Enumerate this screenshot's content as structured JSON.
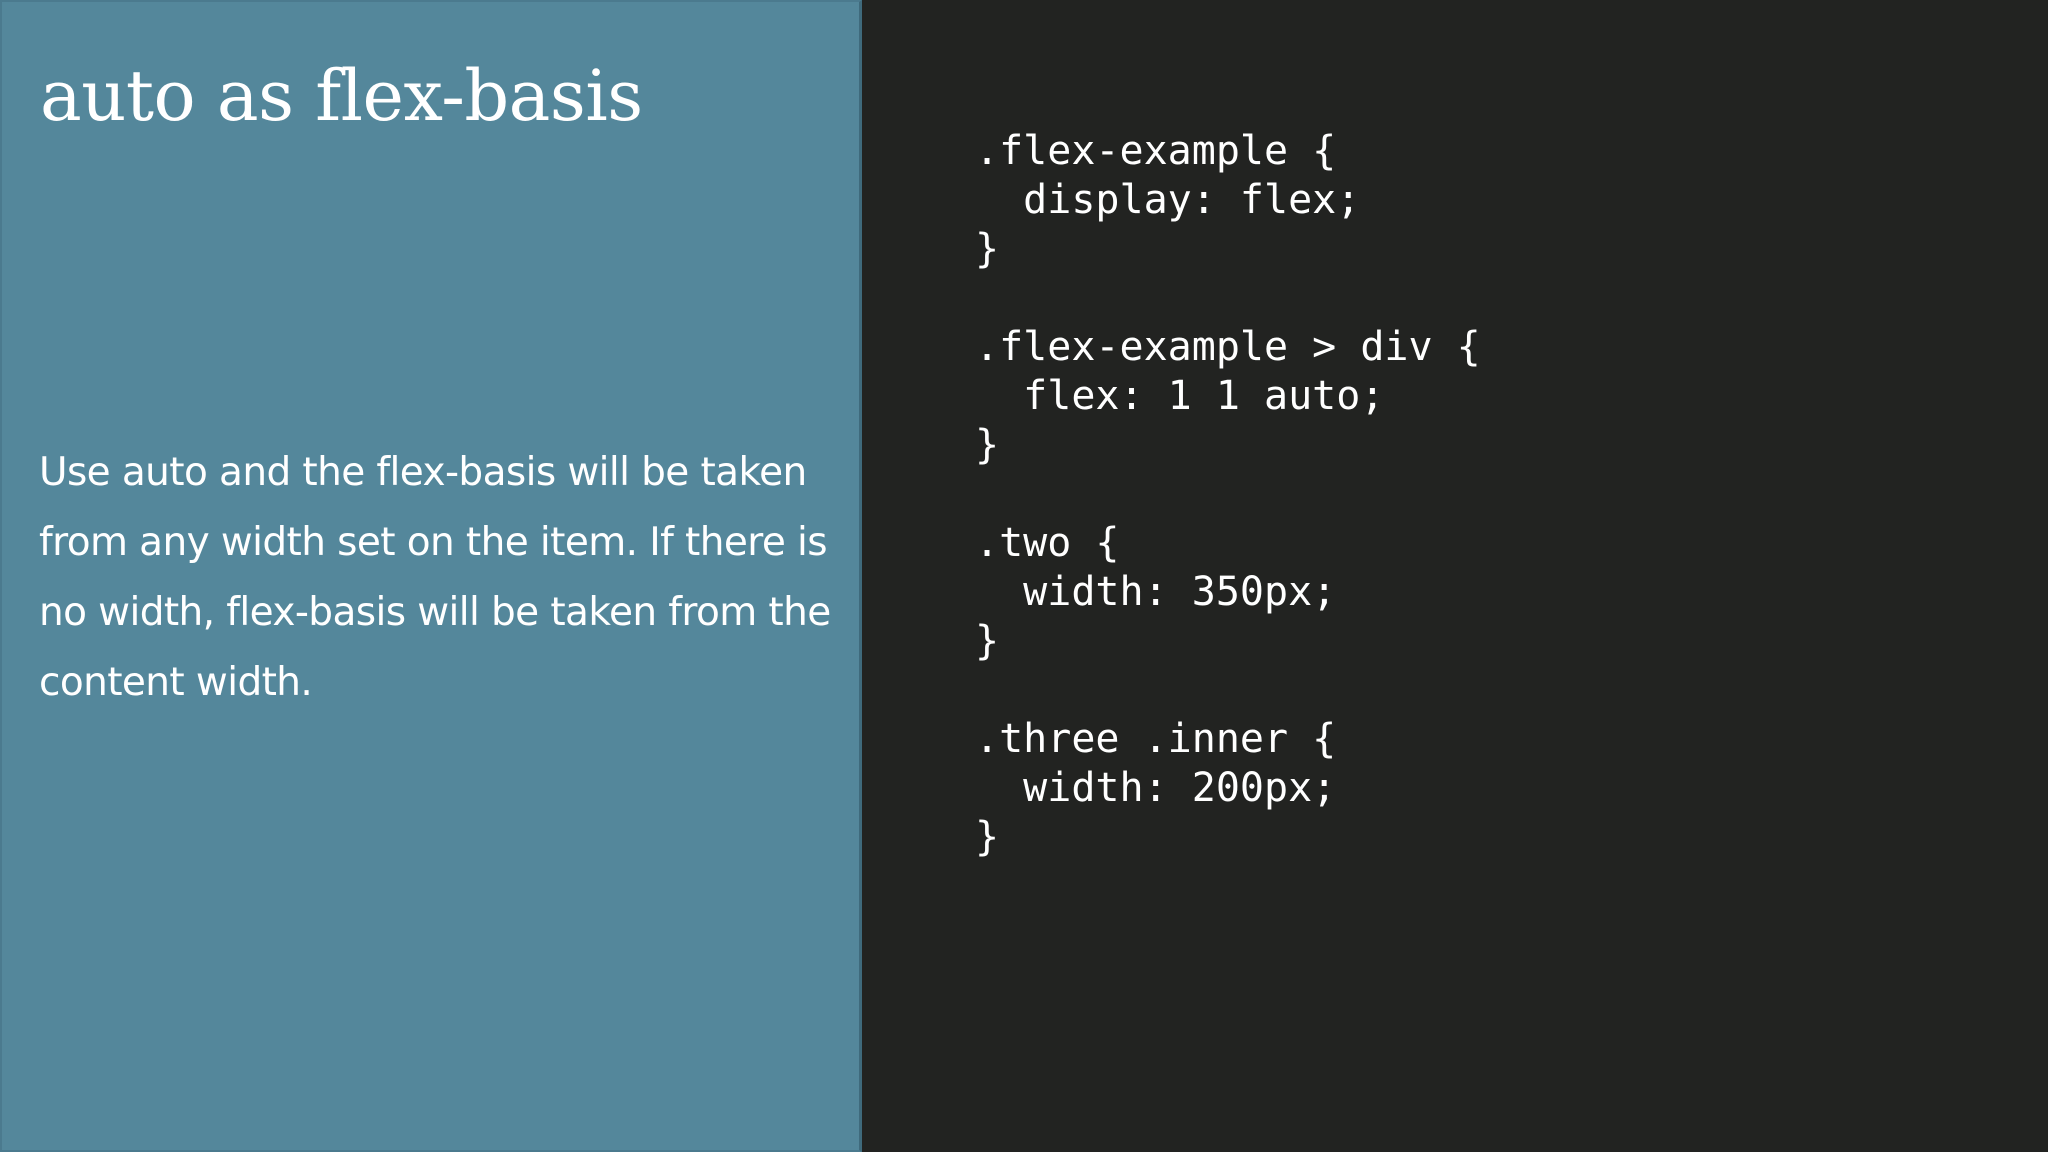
{
  "slide": {
    "title": "auto as flex-basis",
    "body": "Use auto and the flex-basis will be taken from any width set on the item. If there is no width, flex-basis will be taken from the content width."
  },
  "code": {
    "text": ".flex-example {\n  display: flex;\n}\n\n.flex-example > div {\n  flex: 1 1 auto;\n}\n\n.two {\n  width: 350px;\n}\n\n.three .inner {\n  width: 200px;\n}"
  },
  "colors": {
    "left_panel": "#54879b",
    "right_panel": "#222321",
    "text": "#ffffff"
  }
}
